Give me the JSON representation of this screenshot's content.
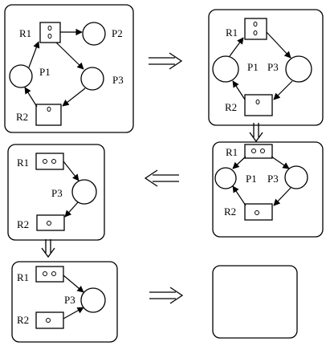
{
  "colors": {
    "stroke": "#000000",
    "background": "#ffffff"
  },
  "labels": {
    "r1": "R1",
    "r2": "R2",
    "p1": "P1",
    "p2": "P2",
    "p3": "P3"
  },
  "graphs": [
    {
      "id": "step-1",
      "resources": [
        {
          "name": "R1",
          "instances": 2
        },
        {
          "name": "R2",
          "instances": 1
        }
      ],
      "processes": [
        "P1",
        "P2",
        "P3"
      ],
      "edges": [
        {
          "from": "P1",
          "to": "R1",
          "kind": "request"
        },
        {
          "from": "R1",
          "to": "P2",
          "kind": "assignment"
        },
        {
          "from": "R1",
          "to": "P3",
          "kind": "assignment"
        },
        {
          "from": "P3",
          "to": "R2",
          "kind": "request"
        },
        {
          "from": "R2",
          "to": "P1",
          "kind": "assignment"
        }
      ]
    },
    {
      "id": "step-2",
      "resources": [
        {
          "name": "R1",
          "instances": 2
        },
        {
          "name": "R2",
          "instances": 1
        }
      ],
      "processes": [
        "P1",
        "P3"
      ],
      "edges": [
        {
          "from": "P1",
          "to": "R1",
          "kind": "request"
        },
        {
          "from": "R1",
          "to": "P3",
          "kind": "assignment"
        },
        {
          "from": "P3",
          "to": "R2",
          "kind": "request"
        },
        {
          "from": "R2",
          "to": "P1",
          "kind": "assignment"
        }
      ]
    },
    {
      "id": "step-3",
      "resources": [
        {
          "name": "R1",
          "instances": 2
        },
        {
          "name": "R2",
          "instances": 1
        }
      ],
      "processes": [
        "P1",
        "P3"
      ],
      "edges": [
        {
          "from": "R1",
          "to": "P1",
          "kind": "assignment"
        },
        {
          "from": "R1",
          "to": "P3",
          "kind": "assignment"
        },
        {
          "from": "P3",
          "to": "R2",
          "kind": "request"
        },
        {
          "from": "R2",
          "to": "P1",
          "kind": "assignment"
        }
      ]
    },
    {
      "id": "step-4",
      "resources": [
        {
          "name": "R1",
          "instances": 2
        },
        {
          "name": "R2",
          "instances": 1
        }
      ],
      "processes": [
        "P3"
      ],
      "edges": [
        {
          "from": "R1",
          "to": "P3",
          "kind": "assignment"
        },
        {
          "from": "P3",
          "to": "R2",
          "kind": "request"
        }
      ]
    },
    {
      "id": "step-5",
      "resources": [
        {
          "name": "R1",
          "instances": 2
        },
        {
          "name": "R2",
          "instances": 1
        }
      ],
      "processes": [
        "P3"
      ],
      "edges": [
        {
          "from": "R1",
          "to": "P3",
          "kind": "assignment"
        },
        {
          "from": "R2",
          "to": "P3",
          "kind": "assignment"
        }
      ]
    },
    {
      "id": "step-6",
      "resources": [],
      "processes": [],
      "edges": []
    }
  ],
  "transitions": [
    "step-1 → step-2",
    "step-2 → step-3",
    "step-3 → step-4",
    "step-4 → step-5",
    "step-5 → step-6"
  ]
}
